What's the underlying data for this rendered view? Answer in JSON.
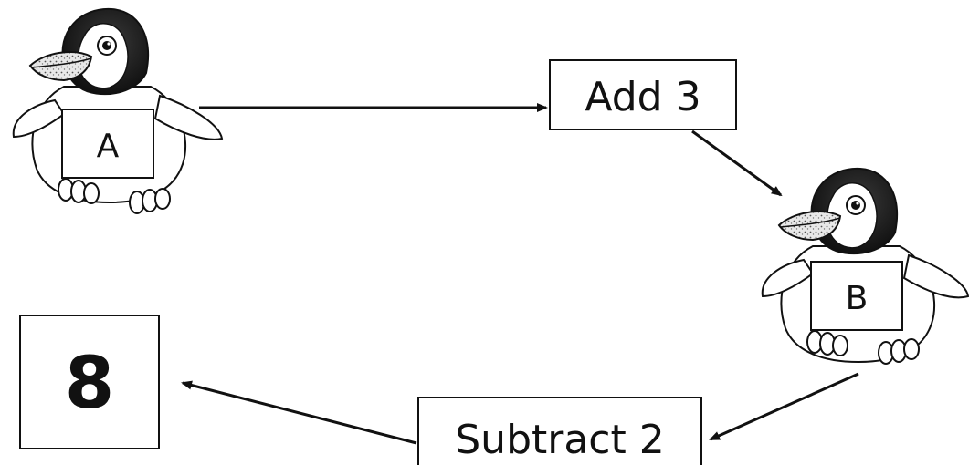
{
  "diagram": {
    "penguin_a": {
      "label": "A"
    },
    "penguin_b": {
      "label": "B"
    },
    "operation_1": {
      "label": "Add 3"
    },
    "operation_2": {
      "label": "Subtract 2"
    },
    "result": {
      "value": "8"
    }
  }
}
